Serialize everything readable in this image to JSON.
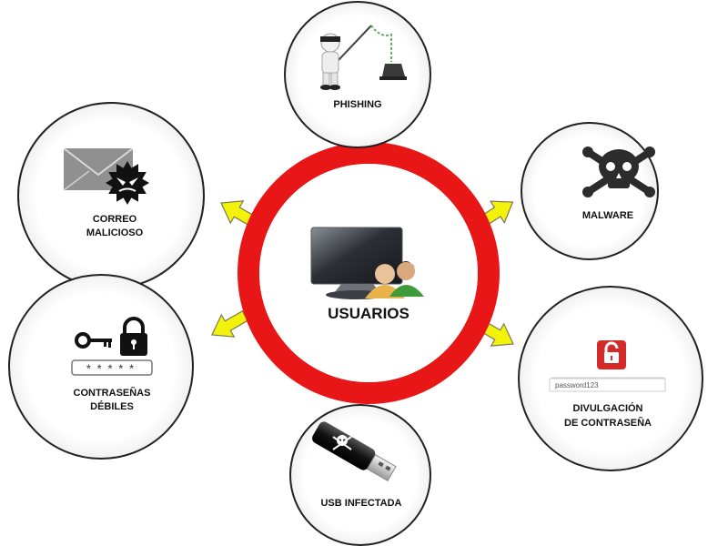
{
  "center": {
    "label": "USUARIOS"
  },
  "threats": {
    "phishing": {
      "label": "PHISHING"
    },
    "malware": {
      "label": "MALWARE"
    },
    "correo": {
      "line1": "CORREO",
      "line2": "MALICIOSO"
    },
    "contrasenas": {
      "line1": "CONTRASEÑAS",
      "line2": "DÉBILES",
      "mask": "*****"
    },
    "divulgacion": {
      "line1": "DIVULGACIÓN",
      "line2": "DE CONTRASEÑA",
      "password": "password123"
    },
    "usb": {
      "label": "USB INFECTADA"
    }
  },
  "colors": {
    "ring": "#e81616",
    "arrow_fill": "#f2f20a",
    "arrow_stroke": "#7a7a55",
    "node_stroke": "#222222",
    "lock_red": "#d32a2a"
  }
}
